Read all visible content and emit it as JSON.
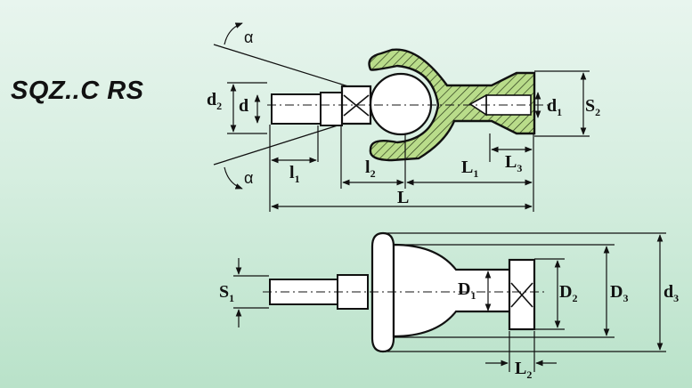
{
  "title": "SQZ..C RS",
  "top_view": {
    "labels": {
      "d2": {
        "main": "d",
        "sub": "2"
      },
      "d": {
        "main": "d",
        "sub": ""
      },
      "d1": {
        "main": "d",
        "sub": "1"
      },
      "S2": {
        "main": "S",
        "sub": "2"
      },
      "l1": {
        "main": "l",
        "sub": "1"
      },
      "l2": {
        "main": "l",
        "sub": "2"
      },
      "L1": {
        "main": "L",
        "sub": "1"
      },
      "L3": {
        "main": "L",
        "sub": "3"
      },
      "L": {
        "main": "L",
        "sub": ""
      },
      "alpha_top": "α",
      "alpha_bottom": "α"
    }
  },
  "bottom_view": {
    "labels": {
      "S1": {
        "main": "S",
        "sub": "1"
      },
      "D1": {
        "main": "D",
        "sub": "1"
      },
      "D2": {
        "main": "D",
        "sub": "2"
      },
      "D3": {
        "main": "D",
        "sub": "3"
      },
      "d3": {
        "main": "d",
        "sub": "3"
      },
      "L2": {
        "main": "L",
        "sub": "2"
      }
    }
  },
  "colors": {
    "hatch_fill": "#b9dc8a",
    "line": "#111111"
  }
}
